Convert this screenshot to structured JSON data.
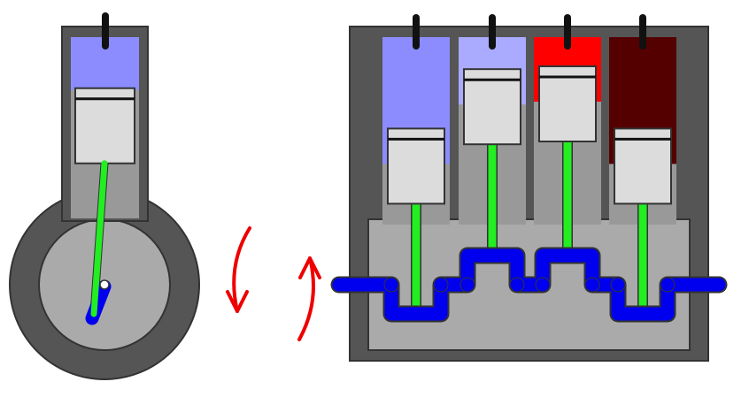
{
  "colors": {
    "background": "#ffffff",
    "block": "#555555",
    "outline": "#333333",
    "crankcase": "#aaaaaa",
    "piston": "#dcdcdc",
    "piston_ring": "#111111",
    "connecting_rod": "#22ee22",
    "crankshaft": "#0000ee",
    "crank_pin": "#ffffff",
    "spark_plug": "#111111",
    "rotation_arrow": "#ee0000",
    "cylinder_wall": "#999999"
  },
  "single_engine": {
    "chamber_color": "#8c8cff",
    "piston_position": 0.55
  },
  "inline_engine": {
    "cylinders": [
      {
        "chamber_color": "#8c8cff",
        "piston_position": 0.88
      },
      {
        "chamber_color": "#aaaaff",
        "piston_position": 0.04
      },
      {
        "chamber_color": "#ff0000",
        "piston_position": 0.0
      },
      {
        "chamber_color": "#550000",
        "piston_position": 0.88
      }
    ]
  },
  "icons": {
    "single_rotation": "rotation-arrow-down-icon",
    "inline_rotation": "rotation-arrow-up-icon"
  }
}
